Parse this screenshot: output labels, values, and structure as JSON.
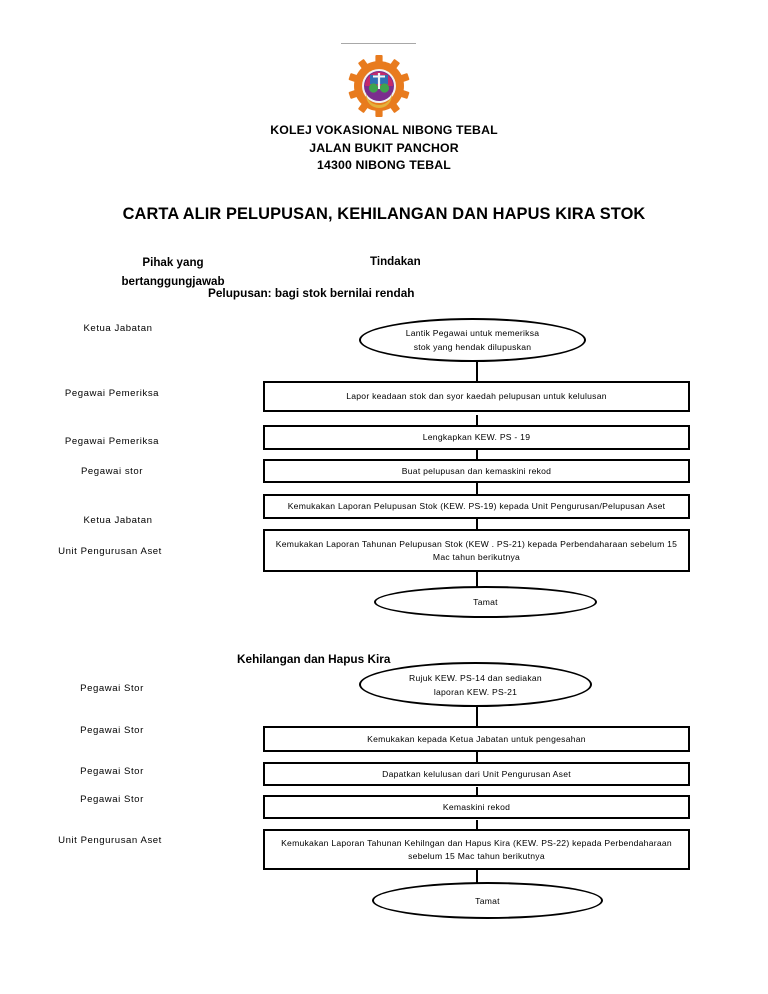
{
  "header": {
    "org_name": "KOLEJ VOKASIONAL NIBONG TEBAL",
    "address_line": "JALAN BUKIT PANCHOR",
    "postcode_line": "14300  NIBONG TEBAL",
    "logo_icon": "gear-emblem-logo"
  },
  "document": {
    "title": "CARTA ALIR PELUPUSAN, KEHILANGAN  DAN HAPUS KIRA STOK"
  },
  "columns": {
    "left_heading_line1": "Pihak yang",
    "left_heading_line2": "bertanggungjawab",
    "right_heading": "Tindakan"
  },
  "sections": [
    {
      "label": "Pelupusan: bagi stok bernilai rendah",
      "steps": [
        {
          "role": "Ketua  Jabatan",
          "shape": "ellipse",
          "text_line1": "Lantik Pegawai untuk memeriksa",
          "text_line2": "stok yang hendak dilupuskan"
        },
        {
          "role": "Pegawai Pemeriksa",
          "shape": "box",
          "text_line1": "Lapor keadaan stok dan syor kaedah pelupusan untuk kelulusan",
          "text_line2": ""
        },
        {
          "role": "Pegawai Pemeriksa",
          "shape": "box",
          "text_line1": "Lengkapkan KEW. PS - 19",
          "text_line2": ""
        },
        {
          "role": "Pegawai stor",
          "shape": "box",
          "text_line1": "Buat pelupusan dan kemaskini rekod",
          "text_line2": ""
        },
        {
          "role": "Ketua  Jabatan",
          "shape": "box",
          "text_line1": "Kemukakan Laporan Pelupusan Stok (KEW. PS-19) kepada Unit Pengurusan/Pelupusan Aset",
          "text_line2": ""
        },
        {
          "role": "Unit Pengurusan Aset",
          "shape": "box",
          "text_line1": "Kemukakan Laporan Tahunan Pelupusan Stok (KEW . PS-21) kepada Perbendaharaan sebelum 15",
          "text_line2": "Mac tahun berikutnya"
        },
        {
          "role": "",
          "shape": "terminator",
          "text_line1": "Tamat",
          "text_line2": ""
        }
      ]
    },
    {
      "label": "Kehilangan dan Hapus Kira",
      "steps": [
        {
          "role": "Pegawai Stor",
          "shape": "ellipse",
          "text_line1": "Rujuk KEW. PS-14 dan sediakan",
          "text_line2": "laporan KEW. PS-21"
        },
        {
          "role": "Pegawai Stor",
          "shape": "box",
          "text_line1": "Kemukakan kepada Ketua Jabatan untuk pengesahan",
          "text_line2": ""
        },
        {
          "role": "Pegawai Stor",
          "shape": "box",
          "text_line1": "Dapatkan kelulusan dari Unit Pengurusan Aset",
          "text_line2": ""
        },
        {
          "role": "Pegawai Stor",
          "shape": "box",
          "text_line1": "Kemaskini rekod",
          "text_line2": ""
        },
        {
          "role": "Unit Pengurusan Aset",
          "shape": "box",
          "text_line1": "Kemukakan Laporan Tahunan Kehilngan dan Hapus Kira (KEW. PS-22) kepada Perbendaharaan",
          "text_line2": "sebelum 15 Mac tahun berikutnya"
        },
        {
          "role": "",
          "shape": "terminator",
          "text_line1": "Tamat",
          "text_line2": ""
        }
      ]
    }
  ],
  "colors": {
    "stroke": "#000000",
    "page_background": "#ffffff",
    "logo_gear": "#E87B1E",
    "header_rule": "#a8a8a8"
  }
}
